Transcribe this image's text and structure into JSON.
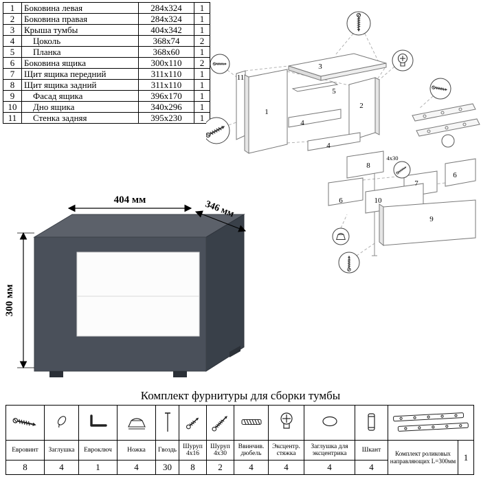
{
  "parts_table": {
    "rows": [
      {
        "num": "1",
        "name": "Боковина левая",
        "size": "284x324",
        "qty": "1"
      },
      {
        "num": "2",
        "name": "Боковина правая",
        "size": "284x324",
        "qty": "1"
      },
      {
        "num": "3",
        "name": "Крыша тумбы",
        "size": "404x342",
        "qty": "1"
      },
      {
        "num": "4",
        "name": "Цоколь",
        "size": "368x74",
        "qty": "2"
      },
      {
        "num": "5",
        "name": "Планка",
        "size": "368x60",
        "qty": "1"
      },
      {
        "num": "6",
        "name": "Боковина ящика",
        "size": "300x110",
        "qty": "2"
      },
      {
        "num": "7",
        "name": "Щит ящика передний",
        "size": "311x110",
        "qty": "1"
      },
      {
        "num": "8",
        "name": "Щит ящика задний",
        "size": "311x110",
        "qty": "1"
      },
      {
        "num": "9",
        "name": "Фасад ящика",
        "size": "396x170",
        "qty": "1"
      },
      {
        "num": "10",
        "name": "Дно ящика",
        "size": "340x296",
        "qty": "1"
      },
      {
        "num": "11",
        "name": "Стенка задняя",
        "size": "395x230",
        "qty": "1"
      }
    ]
  },
  "cabinet": {
    "width_label": "404 мм",
    "depth_label": "346 мм",
    "height_label": "300 мм",
    "body_color": "#4a505a",
    "top_color": "#5c616a",
    "side_color": "#394049",
    "drawer_color": "#fcfcfc"
  },
  "diagram": {
    "labels": {
      "p1": "1",
      "p2": "2",
      "p3": "3",
      "p4": "4",
      "p5": "5",
      "p6": "6",
      "p7": "7",
      "p8": "8",
      "p9": "9",
      "p10": "10",
      "p11": "11"
    },
    "screw_note": "4х30"
  },
  "hardware": {
    "title": "Комплект фурнитуры для сборки тумбы",
    "items": [
      {
        "name": "Евровинт",
        "qty": "8",
        "icon": "confirmat-screw-icon"
      },
      {
        "name": "Заглушка",
        "qty": "4",
        "icon": "plug-icon"
      },
      {
        "name": "Евроключ",
        "qty": "1",
        "icon": "hex-key-icon"
      },
      {
        "name": "Ножка",
        "qty": "4",
        "icon": "leg-icon"
      },
      {
        "name": "Гвоздь",
        "qty": "30",
        "icon": "nail-icon"
      },
      {
        "name": "Шуруп 4х16",
        "qty": "8",
        "icon": "screw-icon"
      },
      {
        "name": "Шуруп 4х30",
        "qty": "2",
        "icon": "screw-icon"
      },
      {
        "name": "Ввинчив. дюбель",
        "qty": "4",
        "icon": "threaded-dowel-icon"
      },
      {
        "name": "Эксцентр. стяжка",
        "qty": "4",
        "icon": "cam-lock-icon"
      },
      {
        "name": "Заглушка для эксцентрика",
        "qty": "4",
        "icon": "cam-cap-icon"
      },
      {
        "name": "Шкант",
        "qty": "4",
        "icon": "wooden-dowel-icon"
      },
      {
        "name": "Комплект роликовых направляющих L=300мм",
        "qty": "1",
        "icon": "drawer-slides-icon"
      }
    ]
  }
}
